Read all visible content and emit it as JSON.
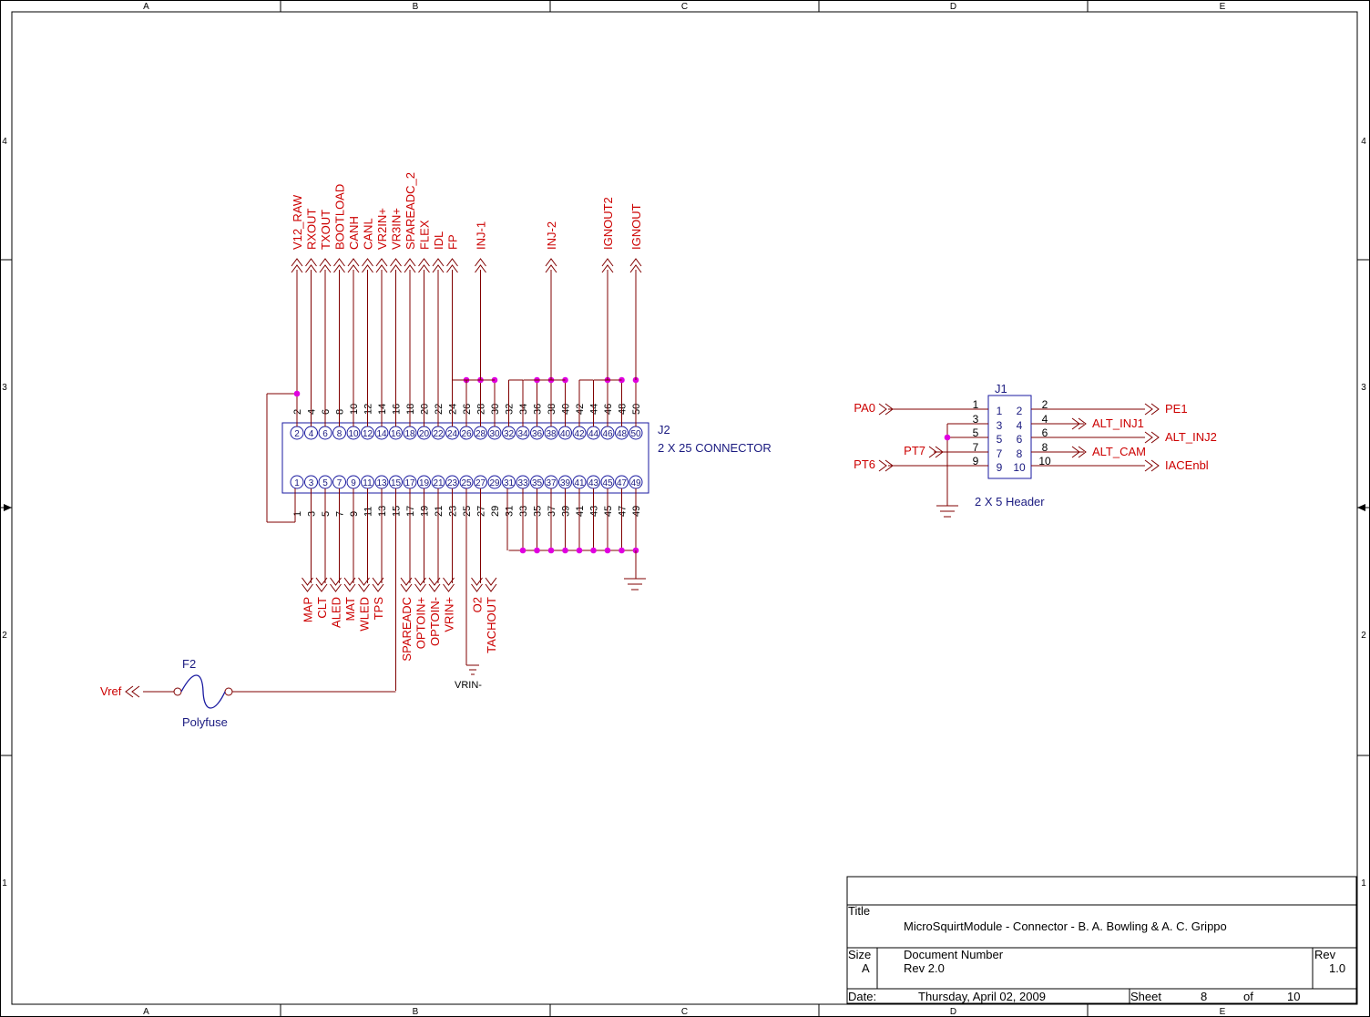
{
  "border": {
    "columns": [
      "A",
      "B",
      "C",
      "D",
      "E"
    ],
    "rows": [
      "4",
      "3",
      "2",
      "1"
    ]
  },
  "j2": {
    "ref": "J2",
    "value": "2 X 25 CONNECTOR",
    "top_net_labels": [
      "V12_RAW",
      "RXOUT",
      "TXOUT",
      "BOOTLOAD",
      "CANH",
      "CANL",
      "VR2IN+",
      "VR3IN+",
      "SPAREADC_2",
      "FLEX",
      "IDL",
      "FP",
      "INJ-1",
      "INJ-2",
      "IGNOUT2",
      "IGNOUT"
    ],
    "bottom_net_labels": [
      "MAP",
      "CLT",
      "ALED",
      "MAT",
      "WLED",
      "TPS",
      "SPAREADC",
      "OPTOIN+",
      "OPTOIN-",
      "VRIN+",
      "O2",
      "TACHOUT"
    ],
    "gnd_label": "VRIN-"
  },
  "f2": {
    "ref": "F2",
    "value": "Polyfuse",
    "net": "Vref"
  },
  "j1": {
    "ref": "J1",
    "value": "2 X 5 Header",
    "left_nets": [
      "PA0",
      "PT7",
      "PT6"
    ],
    "right_nets": [
      "PE1",
      "ALT_INJ1",
      "ALT_INJ2",
      "ALT_CAM",
      "IACEnbl"
    ]
  },
  "title_block": {
    "title_label": "Title",
    "title": "MicroSquirtModule - Connector - B. A. Bowling & A. C. Grippo",
    "size_label": "Size",
    "size": "A",
    "docnum_label": "Document Number",
    "docnum": "Rev 2.0",
    "rev_label": "Rev",
    "rev": "1.0",
    "date_label": "Date:",
    "date": "Thursday, April 02, 2009",
    "sheet_label": "Sheet",
    "sheet": "8",
    "of_label": "of",
    "of": "10"
  }
}
